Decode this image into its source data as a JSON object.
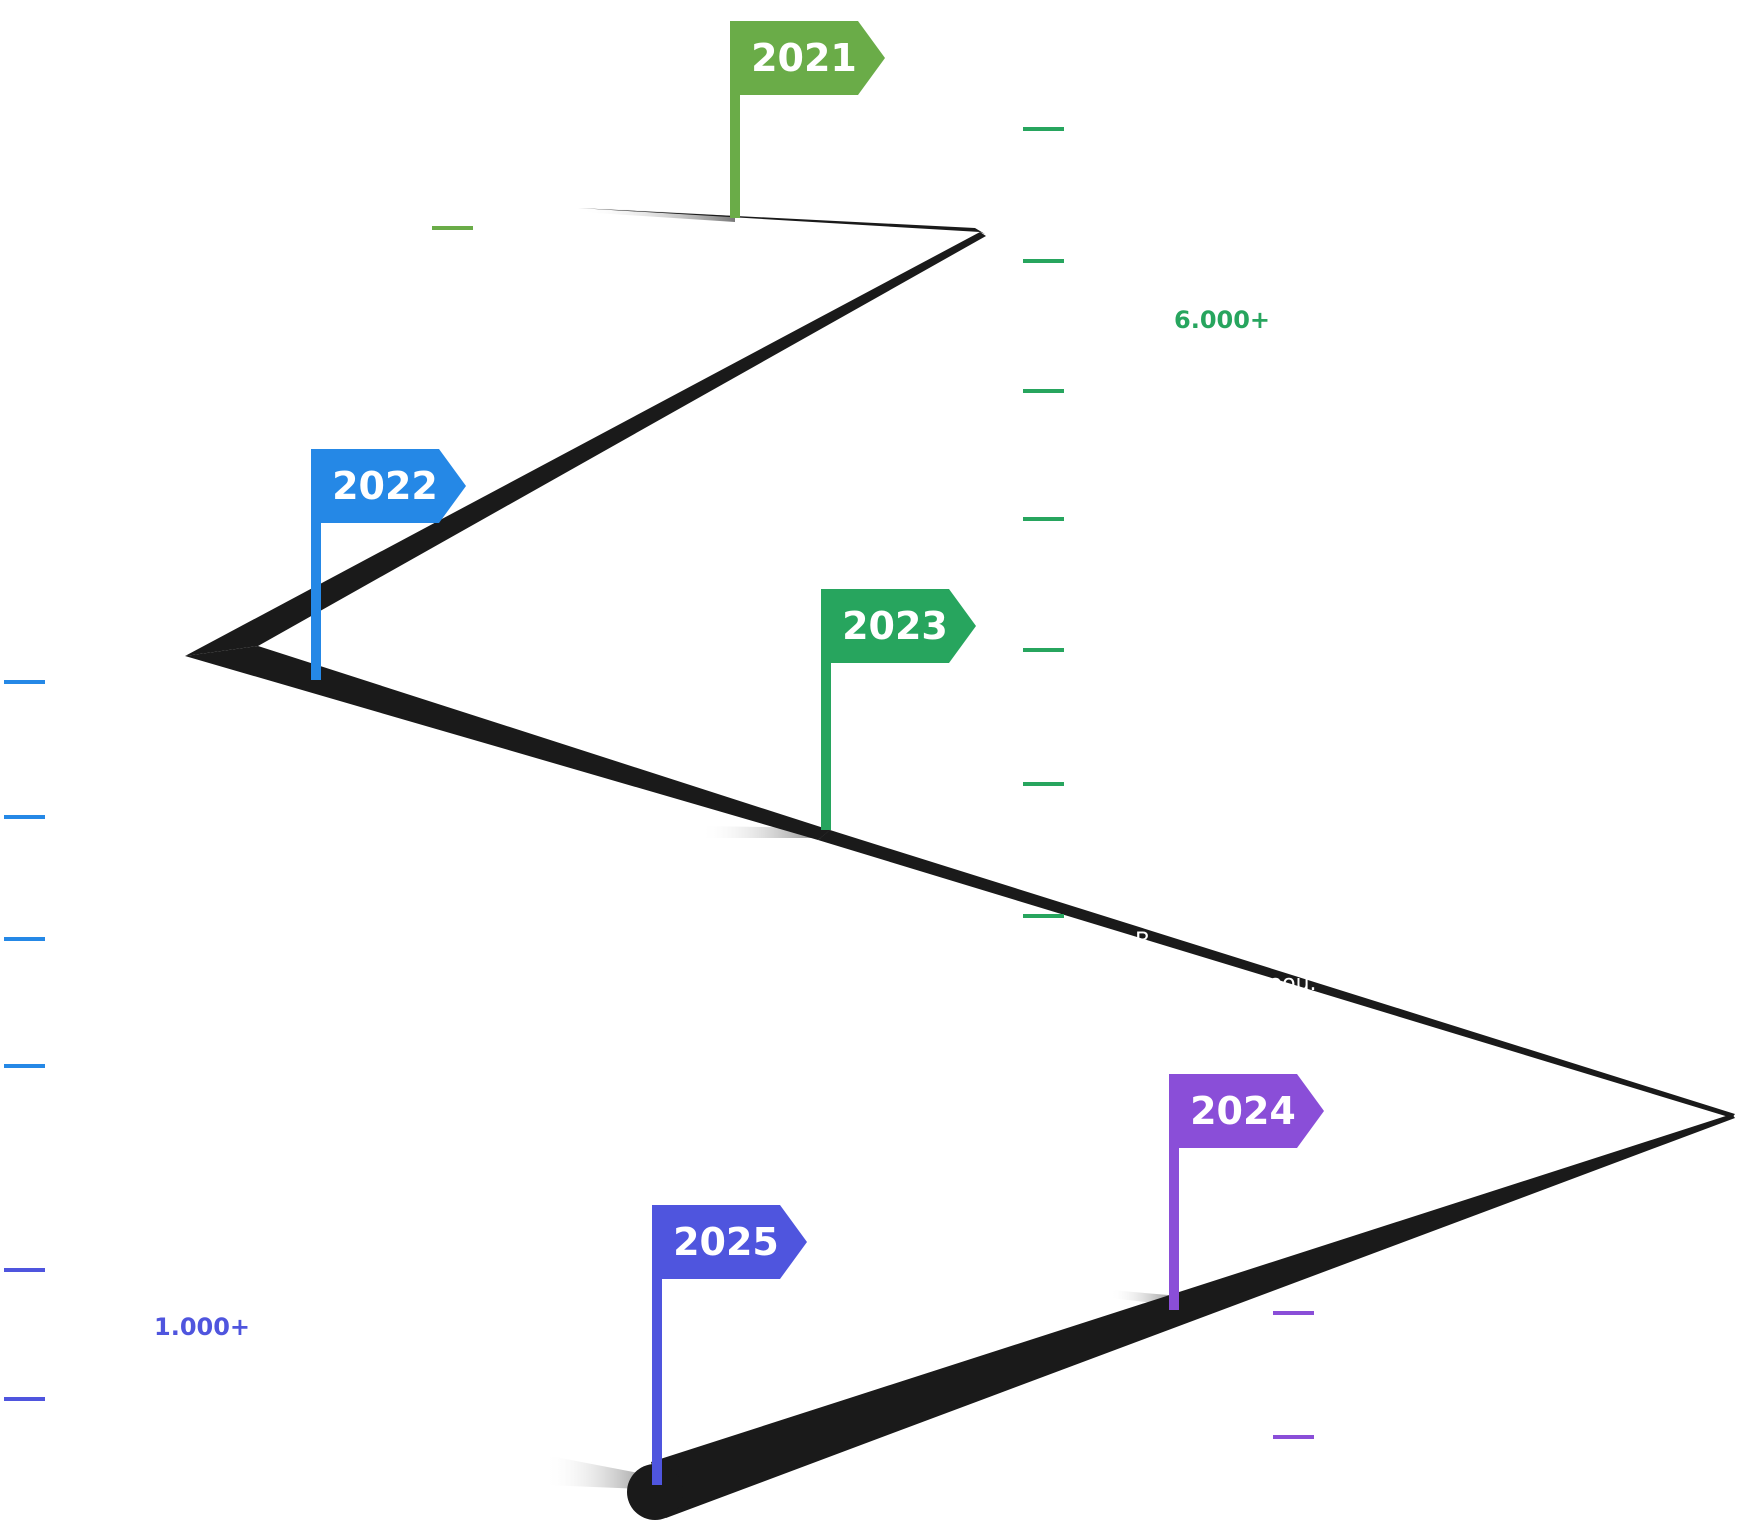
{
  "milestones": [
    {
      "year": "2021",
      "color": "#6aac48"
    },
    {
      "year": "2022",
      "color": "#2588e6"
    },
    {
      "year": "2023",
      "color": "#27a55e"
    },
    {
      "year": "2024",
      "color": "#8a4ed8"
    },
    {
      "year": "2025",
      "color": "#4f55de"
    }
  ],
  "stats": {
    "green_value": "6.000+",
    "green_color": "#27a55e",
    "indigo_value": "1.000+",
    "indigo_color": "#4f55de"
  },
  "path_color": "#1a1a1a"
}
